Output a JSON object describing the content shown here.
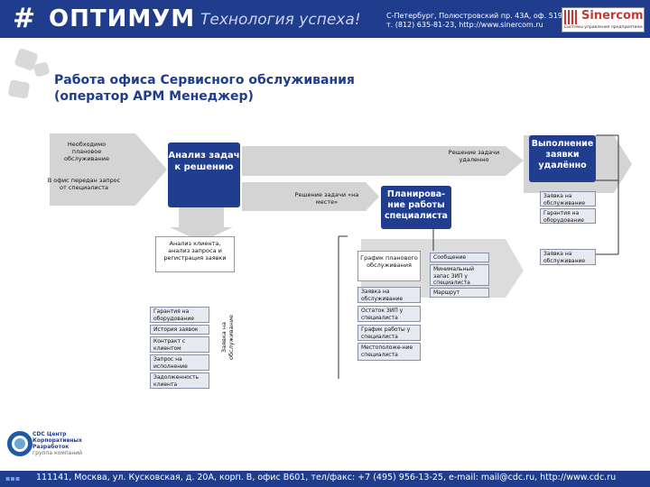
{
  "header": {
    "logo_mark": "#",
    "logo_text": "ОПТИМУМ",
    "slogan": "Технология успеха!",
    "address_line1": "С-Петербург, Полюстровский пр. 43А, оф. 519",
    "address_line2": "т. (812) 635-81-23, http://www.sinercom.ru",
    "partner_name": "Sinercom",
    "partner_tagline": "Системы управления предприятием"
  },
  "title": {
    "line1": "Работа офиса Сервисного обслуживания",
    "line2": "(оператор АРМ Менеджер)"
  },
  "diagram": {
    "inputs": {
      "planned": "Необходимо плановое обслуживание",
      "office_request": "В офис передан запрос от специалиста"
    },
    "analysis_block": "Анализ задач к решению",
    "remote_arrow": "Решение задачи удаленно",
    "onsite_arrow": "Решение задачи «на месте»",
    "result_block": "Выполнение заявки удалённо",
    "result_cells": [
      "Заявка на обслуживание",
      "Гарантия на оборудование"
    ],
    "planning_block": "Планирова-ние работы специалиста",
    "client_analysis": "Анализ клиента, анализ запроса и регистрация заявки",
    "left_stack": [
      "Гарантия на оборудование",
      "История заявок",
      "Контракт с клиентом",
      "Запрос на исполнение",
      "Задолженность клиента"
    ],
    "vertical_label": "Заявка на обслуживание",
    "schedule_label": "График планового обслуживания",
    "planning_inputs": [
      "Заявка на обслуживание",
      "Остаток ЗИП у специалиста",
      "График работы у специалиста",
      "Местоположе-ние специалиста"
    ],
    "planning_outputs": [
      "Сообщение",
      "Минимальный запас ЗИП у специалиста",
      "Маршрут"
    ],
    "far_right_cell": "Заявка на обслуживание"
  },
  "footer": {
    "cdc_name": "CDC Центр Корпоративных Разработок",
    "cdc_tag": "группа компаний",
    "contact": "111141, Москва, ул. Кусковская, д. 20А, корп. В, офис В601, тел/факс: +7 (495) 956-13-25, e-mail: mail@cdc.ru, http://www.cdc.ru"
  },
  "colors": {
    "brand_blue": "#1f3d8c",
    "dark_block": "#203d8f",
    "arrow_gray": "#d4d4d4",
    "cell_fill": "#e6e9f0"
  }
}
